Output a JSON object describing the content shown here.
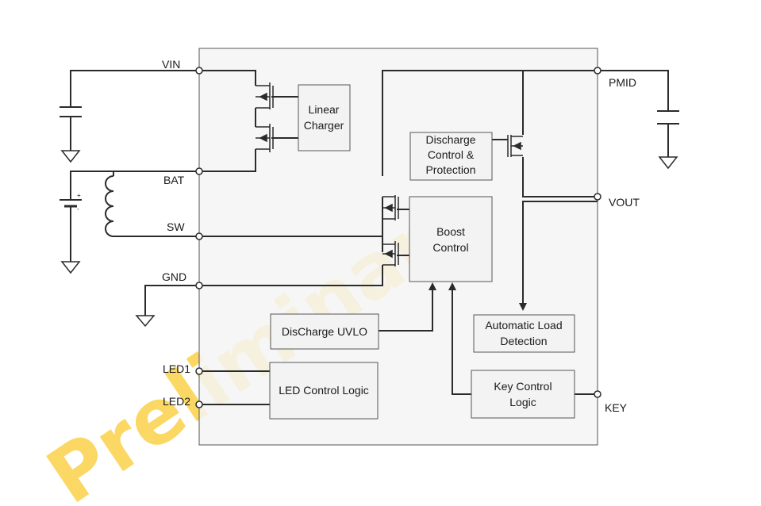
{
  "pins": {
    "vin": "VIN",
    "bat": "BAT",
    "sw": "SW",
    "gnd": "GND",
    "led1": "LED1",
    "led2": "LED2",
    "pmid": "PMID",
    "vout": "VOUT",
    "key": "KEY"
  },
  "blocks": {
    "linear_charger": [
      "Linear",
      "Charger"
    ],
    "discharge_control": [
      "Discharge",
      "Control &",
      "Protection"
    ],
    "boost_control": [
      "Boost",
      "Control"
    ],
    "discharge_uvlo": [
      "DisCharge UVLO"
    ],
    "auto_load": [
      "Automatic Load",
      "Detection"
    ],
    "led_logic": [
      "LED Control Logic"
    ],
    "key_logic": [
      "Key Control",
      "Logic"
    ]
  },
  "battery_marks": {
    "plus": "+",
    "minus": "-"
  },
  "watermark": "Preliminary",
  "colors": {
    "line": "#2b2b2b",
    "chip_fill": "#f5f5f5",
    "block_fill": "#f3f3f3",
    "watermark": "#fbd24a"
  }
}
